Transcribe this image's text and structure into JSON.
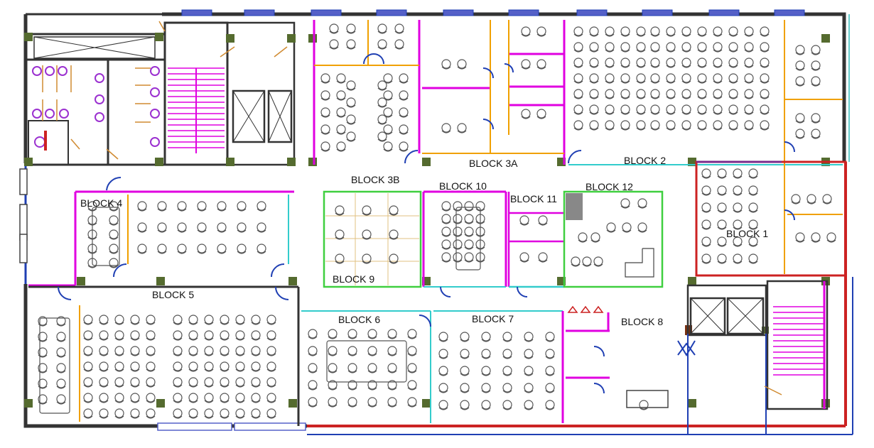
{
  "blocks": {
    "b1": "BLOCK 1",
    "b2": "BLOCK 2",
    "b3a": "BLOCK 3A",
    "b3b": "BLOCK 3B",
    "b4": "BLOCK 4",
    "b5": "BLOCK 5",
    "b6": "BLOCK 6",
    "b7": "BLOCK 7",
    "b8": "BLOCK 8",
    "b9": "BLOCK 9",
    "b10": "BLOCK 10",
    "b11": "BLOCK 11",
    "b12": "BLOCK 12"
  },
  "colors": {
    "outer_wall": "#333333",
    "partition_magenta": "#e000e0",
    "partition_cyan": "#33cccc",
    "partition_blue": "#1f3fb3",
    "partition_red": "#cc2222",
    "partition_orange": "#f0a000",
    "partition_green": "#3fcf3f",
    "column": "#556b2f",
    "furniture": "#555555",
    "fixture_purple": "#9b30d0"
  }
}
